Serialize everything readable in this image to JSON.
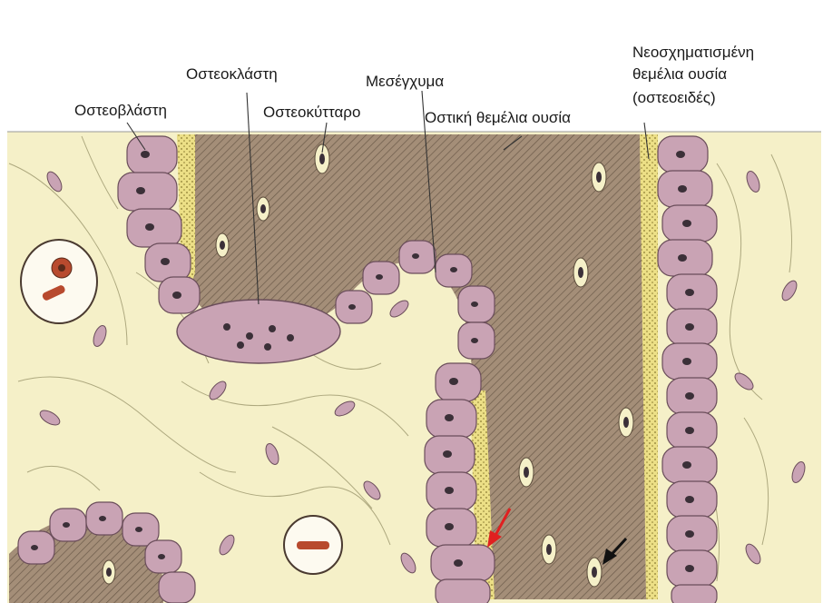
{
  "labels": {
    "osteoclast": "Οστεοκλάστη",
    "mesenchyme": "Μεσέγχυμα",
    "osteoblast": "Οστεοβλάστη",
    "osteocyte": "Οστεοκύτταρο",
    "bone_matrix": "Οστική θεμέλια ουσία",
    "osteoid_line1": "Νεοσχηματισμένη",
    "osteoid_line2": "θεμέλια ουσία",
    "osteoid_line3": "(οστεοειδές)"
  },
  "colors": {
    "background_tissue": "#f5f0c8",
    "cell": "#c9a3b4",
    "cell_border": "#6a4d5a",
    "nucleus": "#3b3038",
    "bone_matrix": "#a48e78",
    "hatch": "#6b5a49",
    "osteoid": "#e6d774",
    "red_arrow": "#e02020",
    "black_arrow": "#111111"
  },
  "arrows": [
    "red-arrow",
    "black-arrow"
  ]
}
